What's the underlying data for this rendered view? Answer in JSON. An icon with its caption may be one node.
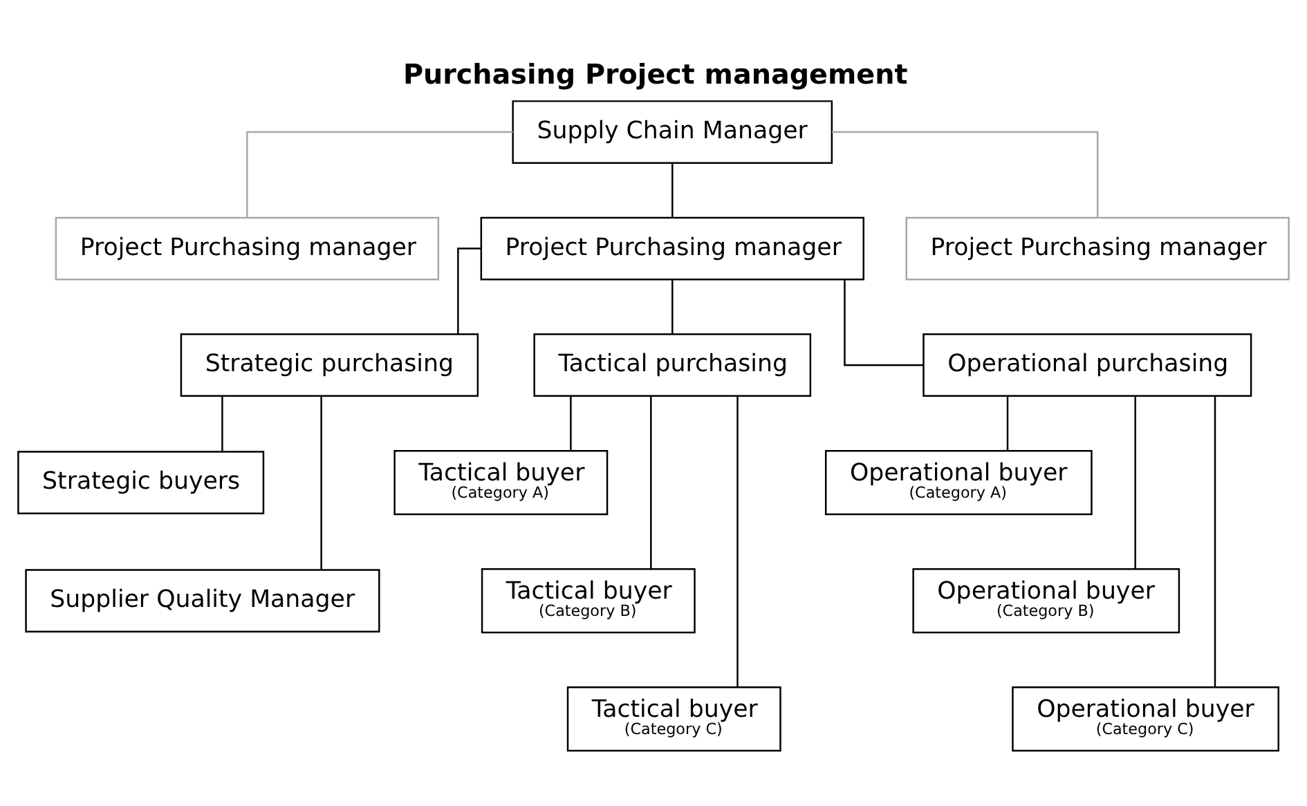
{
  "diagram": {
    "title": "Purchasing Project management",
    "nodes": [
      {
        "text": [
          "Supply Chain Manager"
        ]
      },
      {
        "text": [
          "Project Purchasing manager"
        ]
      },
      {
        "text": [
          "Project Purchasing manager"
        ]
      },
      {
        "text": [
          "Project Purchasing manager"
        ]
      },
      {
        "text": [
          "Strategic purchasing"
        ]
      },
      {
        "text": [
          "Tactical purchasing"
        ]
      },
      {
        "text": [
          "Operational purchasing"
        ]
      },
      {
        "text": [
          "Strategic buyers"
        ]
      },
      {
        "text": [
          "Supplier Quality Manager"
        ]
      },
      {
        "text": [
          "Tactical buyer",
          "(Category A)"
        ]
      },
      {
        "text": [
          "Tactical buyer",
          "(Category B)"
        ]
      },
      {
        "text": [
          "Tactical buyer",
          "(Category C)"
        ]
      },
      {
        "text": [
          "Operational buyer",
          "(Category A)"
        ]
      },
      {
        "text": [
          "Operational buyer",
          "(Category B)"
        ]
      },
      {
        "text": [
          "Operational buyer",
          "(Category C)"
        ]
      }
    ],
    "edges": [
      {
        "from": 0,
        "to": 1,
        "arrow": "none",
        "color": "#a6a6a6"
      },
      {
        "from": 0,
        "to": 2,
        "arrow": "none"
      },
      {
        "from": 0,
        "to": 3,
        "arrow": "none",
        "color": "#a6a6a6"
      },
      {
        "from": 2,
        "to": 4,
        "arrow": "none"
      },
      {
        "from": 2,
        "to": 5,
        "arrow": "none"
      },
      {
        "from": 2,
        "to": 6,
        "arrow": "none"
      },
      {
        "from": 4,
        "to": 7,
        "arrow": "none"
      },
      {
        "from": 4,
        "to": 8,
        "arrow": "none"
      },
      {
        "from": 5,
        "to": 9,
        "arrow": "none"
      },
      {
        "from": 5,
        "to": 10,
        "arrow": "none"
      },
      {
        "from": 5,
        "to": 11,
        "arrow": "none"
      },
      {
        "from": 6,
        "to": 12,
        "arrow": "none"
      },
      {
        "from": 6,
        "to": 13,
        "arrow": "none"
      },
      {
        "from": 6,
        "to": 14,
        "arrow": "none"
      }
    ]
  }
}
